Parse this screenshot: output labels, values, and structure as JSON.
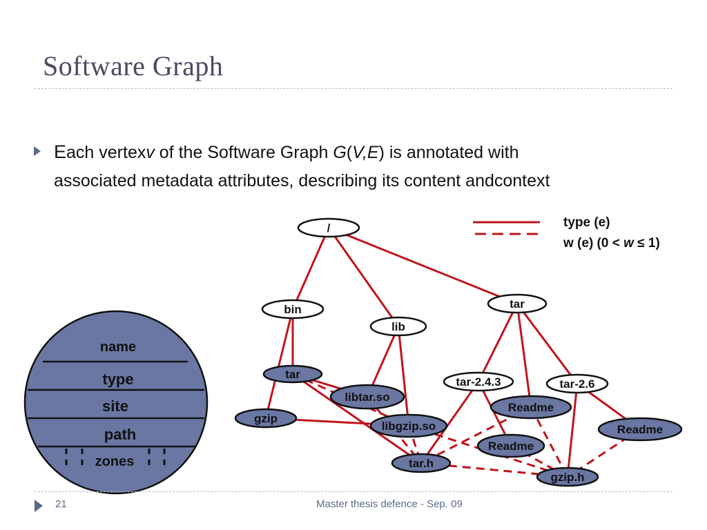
{
  "slide": {
    "title": "Software Graph",
    "slide_number": "21",
    "footer": "Master thesis defence - Sep. 09"
  },
  "bullet": {
    "cap": "E",
    "t1": "ach vertex",
    "v": "v",
    "t2": " of the Software Graph ",
    "g": "G",
    "t3": "(",
    "ve": "V,E",
    "t4": ") is annotated with associated metadata attributes, describing its content andcontext"
  },
  "legend": {
    "type_label": "type (e)",
    "w_prefix": "w (e)  (0 < ",
    "w_var": "w",
    "w_suffix": " ≤ 1)"
  },
  "vertex_fields": [
    "name",
    "type",
    "site",
    "path",
    "zones"
  ],
  "colors": {
    "edge": "#c0141c",
    "node_dark": "#6a77a3",
    "node_light": "#ffffff",
    "title": "#4a4a60",
    "accent": "#5a6a8a"
  },
  "nodes": [
    {
      "id": "root",
      "label": "/",
      "style": "light"
    },
    {
      "id": "bin",
      "label": "bin",
      "style": "light"
    },
    {
      "id": "lib",
      "label": "lib",
      "style": "light"
    },
    {
      "id": "tar_dir",
      "label": "tar",
      "style": "light"
    },
    {
      "id": "tar_bin",
      "label": "tar",
      "style": "dark"
    },
    {
      "id": "gzip",
      "label": "gzip",
      "style": "dark"
    },
    {
      "id": "libtar",
      "label": "libtar.so",
      "style": "dark"
    },
    {
      "id": "libgzip",
      "label": "libgzip.so",
      "style": "dark"
    },
    {
      "id": "tar243",
      "label": "tar-2.4.3",
      "style": "light"
    },
    {
      "id": "tar26",
      "label": "tar-2.6",
      "style": "light"
    },
    {
      "id": "readme1",
      "label": "Readme",
      "style": "dark"
    },
    {
      "id": "readme2",
      "label": "Readme",
      "style": "dark"
    },
    {
      "id": "readme3",
      "label": "Readme",
      "style": "dark"
    },
    {
      "id": "tarh",
      "label": "tar.h",
      "style": "dark"
    },
    {
      "id": "gziph",
      "label": "gzip.h",
      "style": "dark"
    }
  ],
  "edges_solid": [
    [
      "root",
      "bin"
    ],
    [
      "root",
      "lib"
    ],
    [
      "root",
      "tar_dir"
    ],
    [
      "bin",
      "tar_bin"
    ],
    [
      "bin",
      "gzip"
    ],
    [
      "lib",
      "libtar"
    ],
    [
      "lib",
      "libgzip"
    ],
    [
      "tar_dir",
      "tar243"
    ],
    [
      "tar_dir",
      "readme1"
    ],
    [
      "tar_dir",
      "tar26"
    ],
    [
      "tar243",
      "readme2"
    ],
    [
      "tar243",
      "tarh"
    ],
    [
      "tar26",
      "readme3"
    ],
    [
      "tar26",
      "gziph"
    ],
    [
      "tar_bin",
      "tarh"
    ],
    [
      "tar_bin",
      "libtar"
    ],
    [
      "gzip",
      "libgzip"
    ]
  ],
  "edges_dashed": [
    [
      "tar_bin",
      "libgzip"
    ],
    [
      "libgzip",
      "tarh"
    ],
    [
      "libgzip",
      "gziph"
    ],
    [
      "tarh",
      "gziph"
    ],
    [
      "readme1",
      "tarh"
    ],
    [
      "readme2",
      "gziph"
    ],
    [
      "readme1",
      "gziph"
    ],
    [
      "readme3",
      "gziph"
    ],
    [
      "libtar",
      "tarh"
    ]
  ]
}
